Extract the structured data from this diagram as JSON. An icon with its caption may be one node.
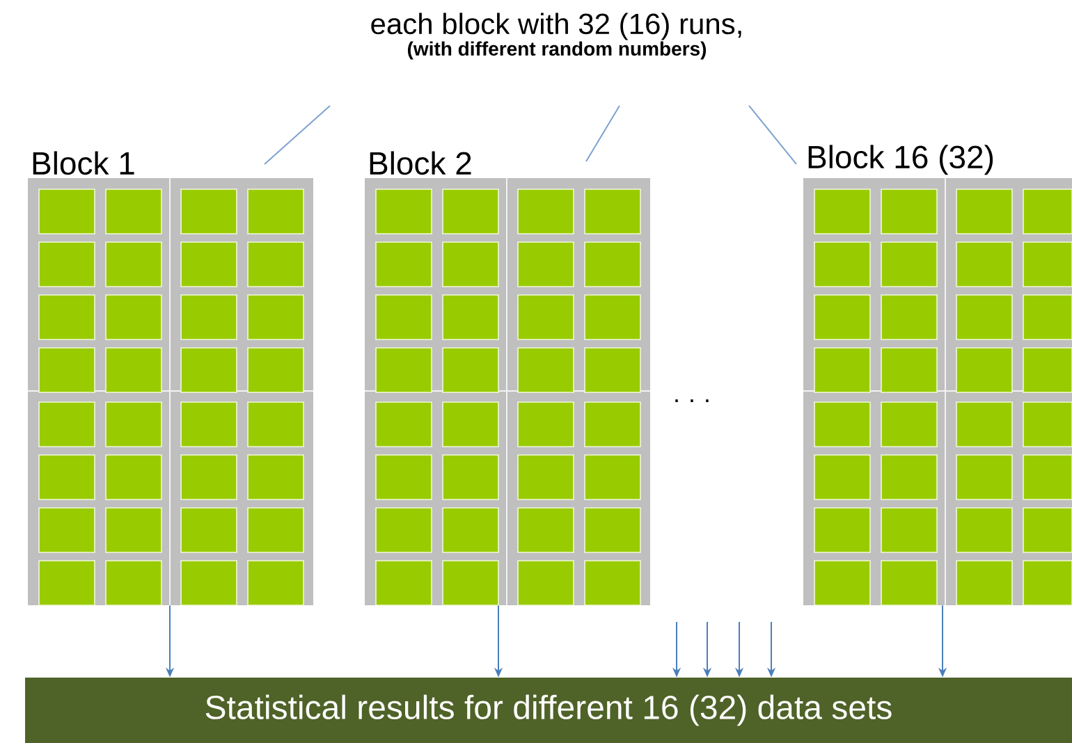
{
  "diagram": {
    "nodes": [
      {
        "text": [
          "each block with 32 (16) runs,",
          "(with different random numbers)"
        ]
      },
      {
        "text": [
          "Block 1"
        ]
      },
      {
        "text": [
          "Block 2"
        ]
      },
      {
        "text": [
          "Block 16 (32)"
        ]
      },
      {
        "text": [
          "Statistical results for different  16 (32) data sets"
        ]
      }
    ],
    "edges": [
      {
        "from": 0,
        "to": 1,
        "arrow": "none",
        "color": "#7da2d0"
      },
      {
        "from": 0,
        "to": 2,
        "arrow": "none",
        "color": "#7da2d0"
      },
      {
        "from": 0,
        "to": 3,
        "arrow": "none",
        "color": "#7da2d0"
      },
      {
        "from": 1,
        "to": 4,
        "arrow": "to"
      },
      {
        "from": 2,
        "to": 4,
        "arrow": "to"
      },
      {
        "from": null,
        "to": 4,
        "arrow": "to"
      },
      {
        "from": null,
        "to": 4,
        "arrow": "to"
      },
      {
        "from": null,
        "to": 4,
        "arrow": "to"
      },
      {
        "from": null,
        "to": 4,
        "arrow": "to"
      },
      {
        "from": 3,
        "to": 4,
        "arrow": "to"
      }
    ],
    "labels": [
      "· · ·"
    ]
  }
}
